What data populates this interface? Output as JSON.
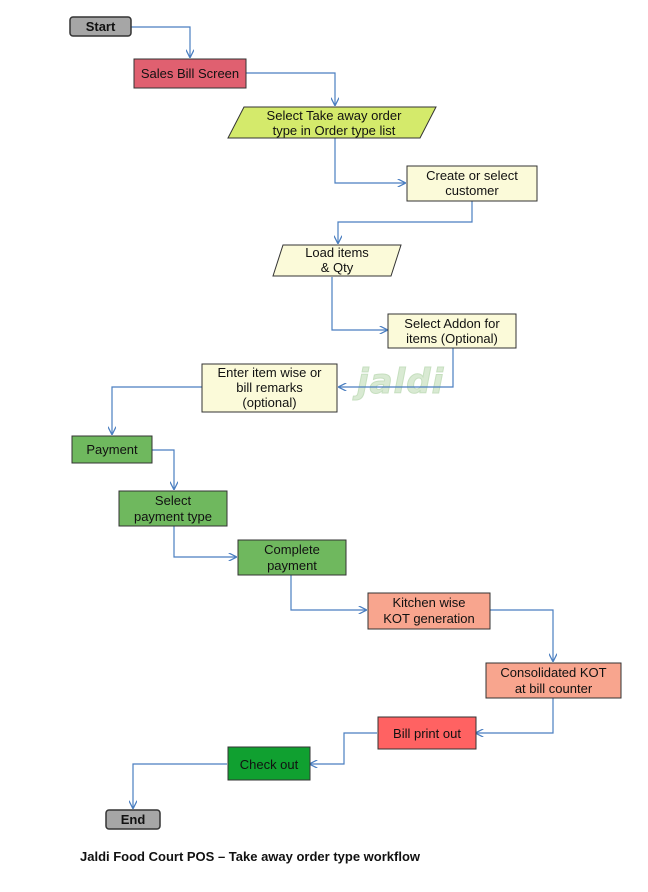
{
  "nodes": {
    "start": {
      "label": "Start",
      "fill": "#a6a6a6"
    },
    "sales_bill": {
      "label": "Sales Bill Screen",
      "fill": "#e06070"
    },
    "select_order_type": {
      "lines": [
        "Select Take away order",
        "type in Order type list"
      ],
      "fill": "#d4ea6b"
    },
    "customer": {
      "lines": [
        "Create or select",
        "customer"
      ],
      "fill": "#fbfad9"
    },
    "load_items": {
      "lines": [
        "Load items",
        "& Qty"
      ],
      "fill": "#fbfad9"
    },
    "addon": {
      "lines": [
        "Select Addon for",
        "items (Optional)"
      ],
      "fill": "#fbfad9"
    },
    "remarks": {
      "lines": [
        "Enter item wise or",
        "bill remarks",
        "(optional)"
      ],
      "fill": "#fbfad9"
    },
    "payment": {
      "label": "Payment",
      "fill": "#6fb85e"
    },
    "payment_type": {
      "lines": [
        "Select",
        "payment type"
      ],
      "fill": "#6fb85e"
    },
    "complete_payment": {
      "lines": [
        "Complete",
        "payment"
      ],
      "fill": "#6fb85e"
    },
    "kot": {
      "lines": [
        "Kitchen wise",
        "KOT generation"
      ],
      "fill": "#f8a58e"
    },
    "consolidated_kot": {
      "lines": [
        "Consolidated KOT",
        "at bill counter"
      ],
      "fill": "#f8a58e"
    },
    "bill_print": {
      "label": "Bill print out",
      "fill": "#ff6262"
    },
    "checkout": {
      "label": "Check out",
      "fill": "#10a030"
    },
    "end": {
      "label": "End",
      "fill": "#a6a6a6"
    }
  },
  "watermark": "jaldi",
  "caption": "Jaldi Food Court POS – Take away order type workflow",
  "colors": {
    "connector": "#4a7ec0",
    "border": "#333333"
  }
}
